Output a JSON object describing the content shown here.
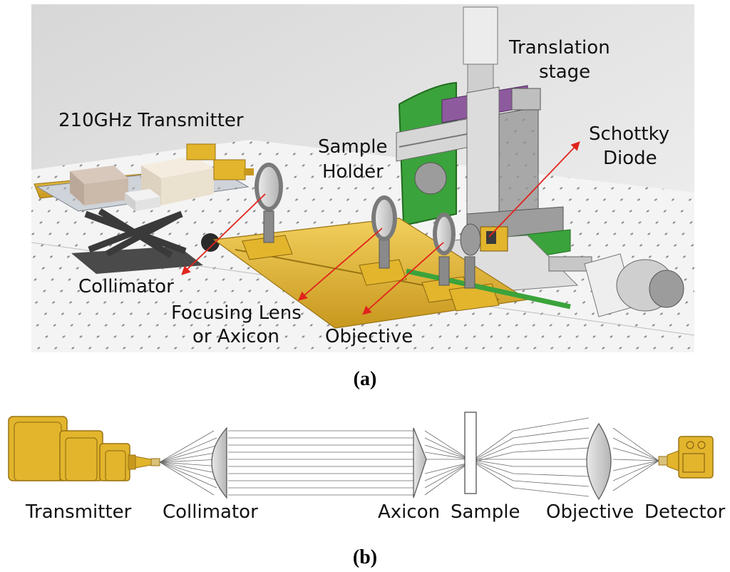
{
  "panel_a": {
    "caption": "(a)",
    "labels": {
      "transmitter": "210GHz Transmitter",
      "translation_1": "Translation",
      "translation_2": "stage",
      "sample_holder_1": "Sample",
      "sample_holder_2": "Holder",
      "schottky_1": "Schottky",
      "schottky_2": "Diode",
      "collimator": "Collimator",
      "focusing_1": "Focusing Lens",
      "focusing_2": "or Axicon",
      "objective": "Objective"
    }
  },
  "panel_b": {
    "caption": "(b)",
    "labels": {
      "transmitter": "Transmitter",
      "collimator": "Collimator",
      "axicon": "Axicon",
      "sample": "Sample",
      "objective": "Objective",
      "detector": "Detector"
    }
  },
  "colors": {
    "gold": "#E2B52C",
    "gold_dark": "#B8860B",
    "rail": "#E8B93A",
    "arrow": "#E0241B",
    "green": "#3BA33B",
    "purple": "#8E5A9E",
    "steel": "#8a8a8a"
  }
}
